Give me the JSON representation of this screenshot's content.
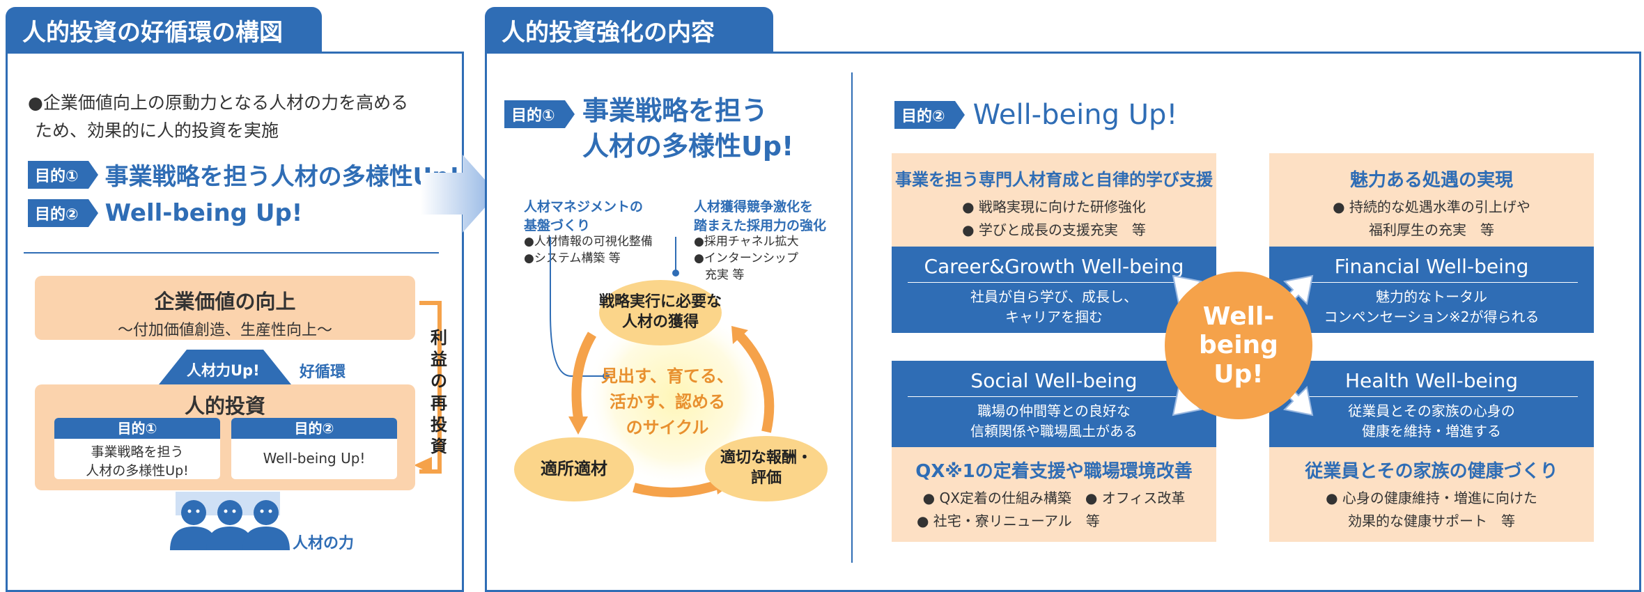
{
  "left": {
    "tab_title": "人的投資の好循環の構図",
    "intro_line1": "●企業価値向上の原動力となる人材の力を高める",
    "intro_line2": "ため、効果的に人的投資を実施",
    "purpose1_tag": "目的①",
    "purpose1_text": "事業戦略を担う人材の多様性Up!",
    "purpose2_tag": "目的②",
    "purpose2_text": "Well-being Up!",
    "value_title": "企業価値の向上",
    "value_sub": "～付加価値創造、生産性向上～",
    "arrow_label": "人材力Up!",
    "cycle_label": "好循環",
    "reinvest_chars": [
      "利",
      "益",
      "の",
      "再",
      "投",
      "資"
    ],
    "invest_title": "人的投資",
    "box1_head": "目的①",
    "box1_line1": "事業戦略を担う",
    "box1_line2": "人材の多様性Up!",
    "box2_head": "目的②",
    "box2_text": "Well-being Up!",
    "people_label": "人材の力"
  },
  "right": {
    "tab_title": "人的投資強化の内容",
    "p1_tag": "目的①",
    "p1_title_line1": "事業戦略を担う",
    "p1_title_line2": "人材の多様性Up!",
    "ann1_title1": "人材マネジメントの",
    "ann1_title2": "基盤づくり",
    "ann1_item1": "●人材情報の可視化整備",
    "ann1_item2": "●システム構築 等",
    "ann2_title1": "人材獲得競争激化を",
    "ann2_title2": "踏まえた採用力の強化",
    "ann2_item1": "●採用チャネル拡大",
    "ann2_item2": "●インターンシップ",
    "ann2_item3": "充実 等",
    "node_top_line1": "戦略実行に必要な",
    "node_top_line2": "人材の獲得",
    "node_left": "適所適材",
    "node_right_line1": "適切な報酬・",
    "node_right_line2": "評価",
    "cycle_center_line1": "見出す、育てる、",
    "cycle_center_line2": "活かす、認める",
    "cycle_center_line3": "のサイクル",
    "p2_tag": "目的②",
    "p2_title": "Well-being Up!",
    "q1_title": "事業を担う専門人材育成と自律的学び支援",
    "q1_item1": "● 戦略実現に向けた研修強化",
    "q1_item2": "● 学びと成長の支援充実　等",
    "q1_band_title": "Career&Growth Well-being",
    "q1_band_line1": "社員が自ら学び、成長し、",
    "q1_band_line2": "キャリアを掴む",
    "q2_title": "魅力ある処遇の実現",
    "q2_item1": "● 持続的な処遇水準の引上げや",
    "q2_item2": "福利厚生の充実　等",
    "q2_band_title": "Financial Well-being",
    "q2_band_line1": "魅力的なトータル",
    "q2_band_line2": "コンペンセーション※2が得られる",
    "q3_band_title": "Social Well-being",
    "q3_band_line1": "職場の仲間等との良好な",
    "q3_band_line2": "信頼関係や職場風土がある",
    "q3_title": "QX※1の定着支援や職場環境改善",
    "q3_item1": "● QX定着の仕組み構築　● オフィス改革",
    "q3_item2": "● 社宅・寮リニューアル　等",
    "q4_band_title": "Health Well-being",
    "q4_band_line1": "従業員とその家族の心身の",
    "q4_band_line2": "健康を維持・増進する",
    "q4_title": "従業員とその家族の健康づくり",
    "q4_item1": "● 心身の健康維持・増進に向けた",
    "q4_item2": "効果的な健康サポート　等",
    "center_line1": "Well-being",
    "center_line2": "Up!"
  },
  "colors": {
    "primary_blue": "#2f6db5",
    "peach": "#fde0c4",
    "orange": "#f5a24a",
    "yellow": "#fbd58a"
  }
}
